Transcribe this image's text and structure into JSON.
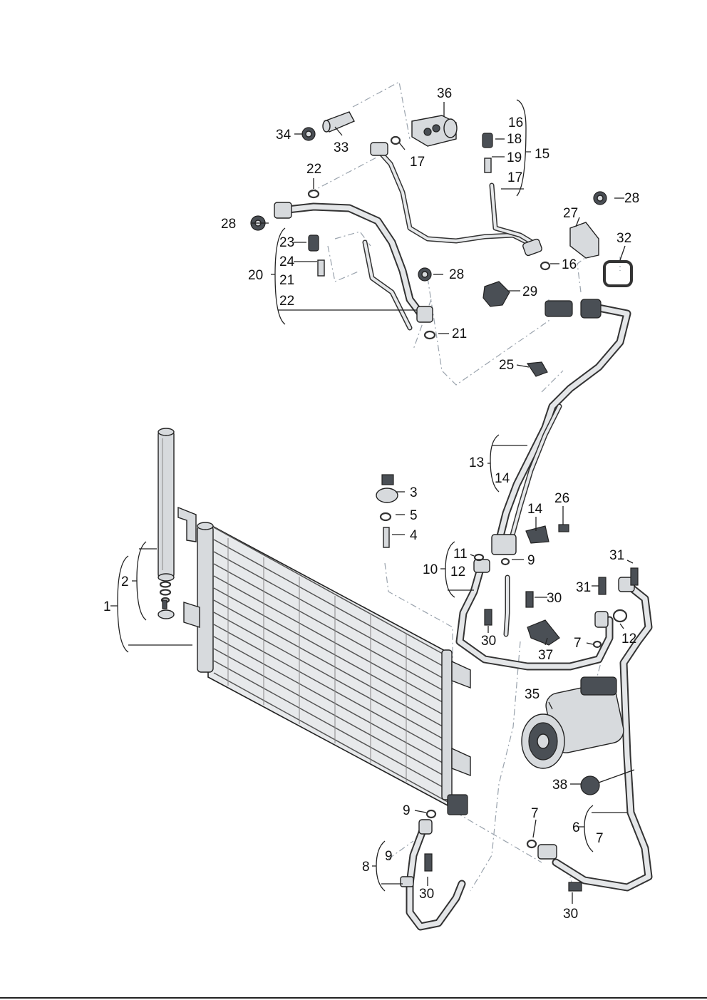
{
  "diagram": {
    "callouts": [
      {
        "id": "c1",
        "text": "1"
      },
      {
        "id": "c2",
        "text": "2"
      },
      {
        "id": "c3",
        "text": "3"
      },
      {
        "id": "c5",
        "text": "5"
      },
      {
        "id": "c4",
        "text": "4"
      },
      {
        "id": "c6",
        "text": "6"
      },
      {
        "id": "c7a",
        "text": "7"
      },
      {
        "id": "c7b",
        "text": "7"
      },
      {
        "id": "c7c",
        "text": "7"
      },
      {
        "id": "c8",
        "text": "8"
      },
      {
        "id": "c9a",
        "text": "9"
      },
      {
        "id": "c9b",
        "text": "9"
      },
      {
        "id": "c9c",
        "text": "9"
      },
      {
        "id": "c10",
        "text": "10"
      },
      {
        "id": "c11",
        "text": "11"
      },
      {
        "id": "c12a",
        "text": "12"
      },
      {
        "id": "c12b",
        "text": "12"
      },
      {
        "id": "c13",
        "text": "13"
      },
      {
        "id": "c14a",
        "text": "14"
      },
      {
        "id": "c14b",
        "text": "14"
      },
      {
        "id": "c15",
        "text": "15"
      },
      {
        "id": "c16a",
        "text": "16"
      },
      {
        "id": "c16b",
        "text": "16"
      },
      {
        "id": "c17a",
        "text": "17"
      },
      {
        "id": "c17b",
        "text": "17"
      },
      {
        "id": "c18",
        "text": "18"
      },
      {
        "id": "c19",
        "text": "19"
      },
      {
        "id": "c20",
        "text": "20"
      },
      {
        "id": "c21a",
        "text": "21"
      },
      {
        "id": "c21b",
        "text": "21"
      },
      {
        "id": "c22a",
        "text": "22"
      },
      {
        "id": "c22b",
        "text": "22"
      },
      {
        "id": "c23",
        "text": "23"
      },
      {
        "id": "c24",
        "text": "24"
      },
      {
        "id": "c25",
        "text": "25"
      },
      {
        "id": "c26",
        "text": "26"
      },
      {
        "id": "c27",
        "text": "27"
      },
      {
        "id": "c28a",
        "text": "28"
      },
      {
        "id": "c28b",
        "text": "28"
      },
      {
        "id": "c28c",
        "text": "28"
      },
      {
        "id": "c29",
        "text": "29"
      },
      {
        "id": "c30a",
        "text": "30"
      },
      {
        "id": "c30b",
        "text": "30"
      },
      {
        "id": "c30c",
        "text": "30"
      },
      {
        "id": "c30d",
        "text": "30"
      },
      {
        "id": "c31a",
        "text": "31"
      },
      {
        "id": "c31b",
        "text": "31"
      },
      {
        "id": "c32",
        "text": "32"
      },
      {
        "id": "c33",
        "text": "33"
      },
      {
        "id": "c34",
        "text": "34"
      },
      {
        "id": "c35",
        "text": "35"
      },
      {
        "id": "c36",
        "text": "36"
      },
      {
        "id": "c37",
        "text": "37"
      },
      {
        "id": "c38",
        "text": "38"
      }
    ]
  }
}
